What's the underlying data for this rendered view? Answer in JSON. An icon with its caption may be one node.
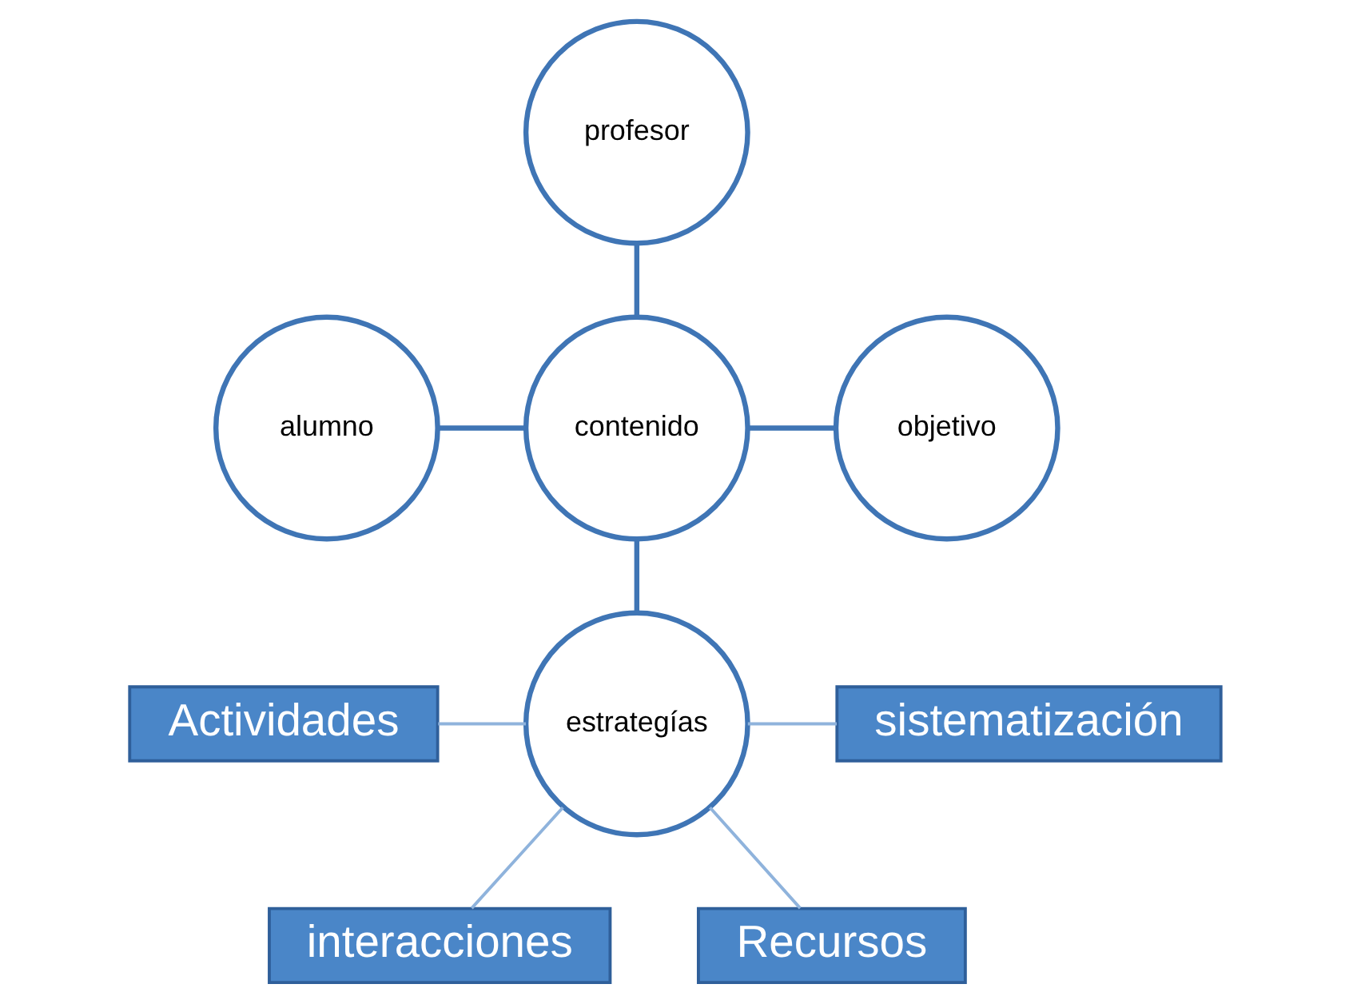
{
  "diagram": {
    "nodes": [
      {
        "text": [
          "profesor"
        ]
      },
      {
        "text": [
          "alumno"
        ]
      },
      {
        "text": [
          "contenido"
        ]
      },
      {
        "text": [
          "objetivo"
        ]
      },
      {
        "text": [
          "estrategías"
        ]
      },
      {
        "text": [
          "Actividades"
        ]
      },
      {
        "text": [
          "sistematización"
        ]
      },
      {
        "text": [
          "Recursos"
        ]
      },
      {
        "text": [
          "interacciones"
        ]
      }
    ],
    "edges": [
      {
        "from": 0,
        "to": 2,
        "arrow": "none"
      },
      {
        "from": 1,
        "to": 2,
        "arrow": "none"
      },
      {
        "from": 2,
        "to": 3,
        "arrow": "none"
      },
      {
        "from": 2,
        "to": 4,
        "arrow": "none"
      },
      {
        "from": 5,
        "to": 4,
        "arrow": "none",
        "color": "#8fb3dc"
      },
      {
        "from": 4,
        "to": 6,
        "arrow": "none",
        "color": "#8fb3dc"
      },
      {
        "from": 7,
        "to": 4,
        "arrow": "none",
        "color": "#8fb3dc"
      },
      {
        "from": 4,
        "to": 8,
        "arrow": "none",
        "color": "#8fb3dc"
      }
    ]
  }
}
